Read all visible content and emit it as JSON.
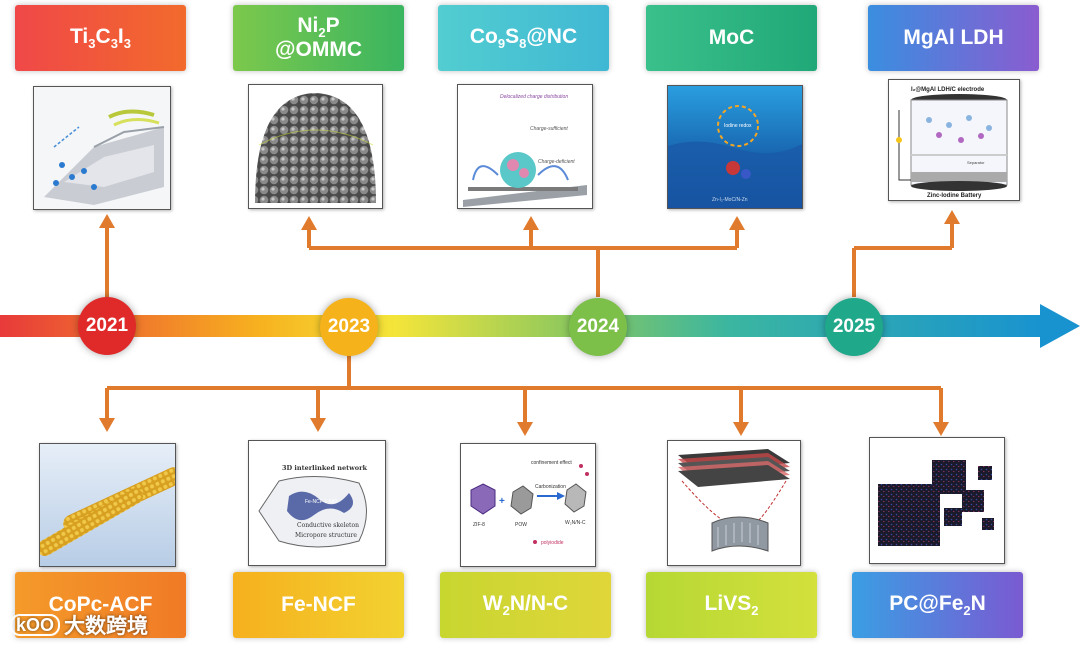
{
  "years": [
    "2021",
    "2023",
    "2024",
    "2025"
  ],
  "top_labels": [
    {
      "main": "Ti",
      "sub1": "3",
      "mid": "C",
      "sub2": "3",
      "end": "I",
      "sub3": "3"
    },
    {
      "line1": "Ni",
      "sub": "2",
      "line1_end": "P",
      "line2": "@OMMC"
    },
    {
      "main": "Co",
      "sub1": "9",
      "mid": "S",
      "sub2": "8",
      "end": "@NC"
    },
    {
      "text": "MoC"
    },
    {
      "text": "MgAl LDH"
    }
  ],
  "bottom_labels": [
    {
      "text": "CoPc-ACF"
    },
    {
      "text": "Fe-NCF"
    },
    {
      "main": "W",
      "sub": "2",
      "end": "N/N-C"
    },
    {
      "main": "LiVS",
      "sub": "2"
    },
    {
      "main": "PC@Fe",
      "sub": "2",
      "end": "N"
    }
  ],
  "figure_text": {
    "fe_ncf": [
      "3D interlinked network",
      "Fe-NCF-1-500",
      "Conductive skeleton",
      "Micropore structure"
    ],
    "w2n": [
      "confinement effect",
      "Carbonization",
      "ZIF-8",
      "POW",
      "W₂N/N-C",
      "polyiodide"
    ],
    "co9s8": [
      "Delocalized charge distribution",
      "Charge-sufficient",
      "Charge-deficient"
    ],
    "moc": [
      "Iodine redox",
      "Zn-I₂-MoC/N-Zn"
    ],
    "mgal": [
      "I₂@MgAl LDH/C electrode",
      "Separator",
      "Zinc-Iodine Battery"
    ]
  },
  "watermark": {
    "logo": "kOO",
    "text": "大数跨境"
  },
  "colors": {
    "orange_line": "#e07b2e",
    "year_2021": "#e02a2a",
    "year_2023": "#f5b21a",
    "year_2024": "#7cc04a",
    "year_2025": "#1fa88a"
  }
}
